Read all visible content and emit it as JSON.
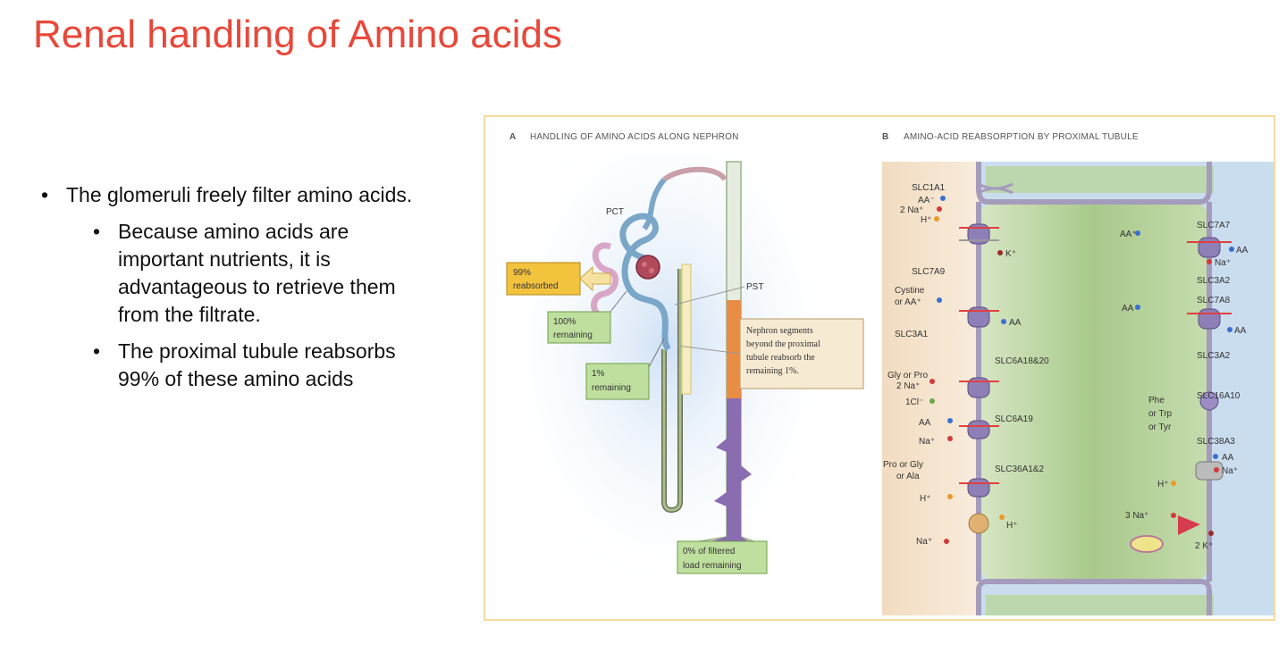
{
  "slide": {
    "title": "Renal handling of Amino acids",
    "bullets": {
      "main": "The glomeruli freely filter amino acids.",
      "sub": [
        "Because amino acids are important nutrients, it is advantageous to retrieve them from the filtrate.",
        "The proximal tubule reabsorbs 99% of these amino acids"
      ]
    }
  },
  "figure": {
    "panel_a": {
      "letter": "A",
      "heading": "HANDLING OF AMINO ACIDS ALONG NEPHRON",
      "pct": "PCT",
      "pst": "PST",
      "reabsorbed": [
        "99%",
        "reabsorbed"
      ],
      "remaining_100": [
        "100%",
        "remaining"
      ],
      "remaining_1": [
        "1%",
        "remaining"
      ],
      "note": [
        "Nephron segments",
        "beyond the proximal",
        "tubule reabsorb the",
        "remaining 1%."
      ],
      "final": [
        "0% of filtered",
        "load remaining"
      ]
    },
    "panel_b": {
      "letter": "B",
      "heading": "AMINO-ACID REABSORPTION BY PROXIMAL TUBULE",
      "left": {
        "slc1a1": "SLC1A1",
        "aa_minus": "AA⁻",
        "two_na": "2 Na⁺",
        "h": "H⁺",
        "k": "K⁺",
        "slc7a9": "SLC7A9",
        "cystine": "Cystine",
        "or_aa": "or AA⁺",
        "aa": "AA",
        "slc3a1": "SLC3A1",
        "gly_pro": "Gly or Pro",
        "two_na_b": "2 Na⁺",
        "cl": "1Cl⁻",
        "slc6a18": "SLC6A18&20",
        "aa_c": "AA",
        "na_c": "Na⁺",
        "slc6a19": "SLC6A19",
        "pro_gly": "Pro or Gly",
        "or_ala": "or Ala",
        "slc36a": "SLC36A1&2",
        "h_d": "H⁺",
        "h_e": "H⁺",
        "na_e": "Na⁺"
      },
      "right": {
        "slc7a7": "SLC7A7",
        "aa_plus": "AA⁺",
        "aa": "AA",
        "na": "Na⁺",
        "slc3a2": "SLC3A2",
        "slc7a8": "SLC7A8",
        "aa_b": "AA",
        "aa_b2": "AA",
        "slc3a2_b": "SLC3A2",
        "phe": "Phe",
        "or_trp": "or Trp",
        "or_tyr": "or Tyr",
        "slc16a10": "SLC16A10",
        "slc38a3": "SLC38A3",
        "aa_c": "AA",
        "na_c": "Na⁺",
        "h_c": "H⁺",
        "three_na": "3 Na⁺",
        "two_k": "2 K⁺"
      }
    },
    "colors": {
      "title": "#e8483a",
      "frame": "#f3dca0",
      "cell": "#b8d4a0",
      "lumen": "#f5e6d0",
      "blood": "#c9ddef"
    }
  }
}
